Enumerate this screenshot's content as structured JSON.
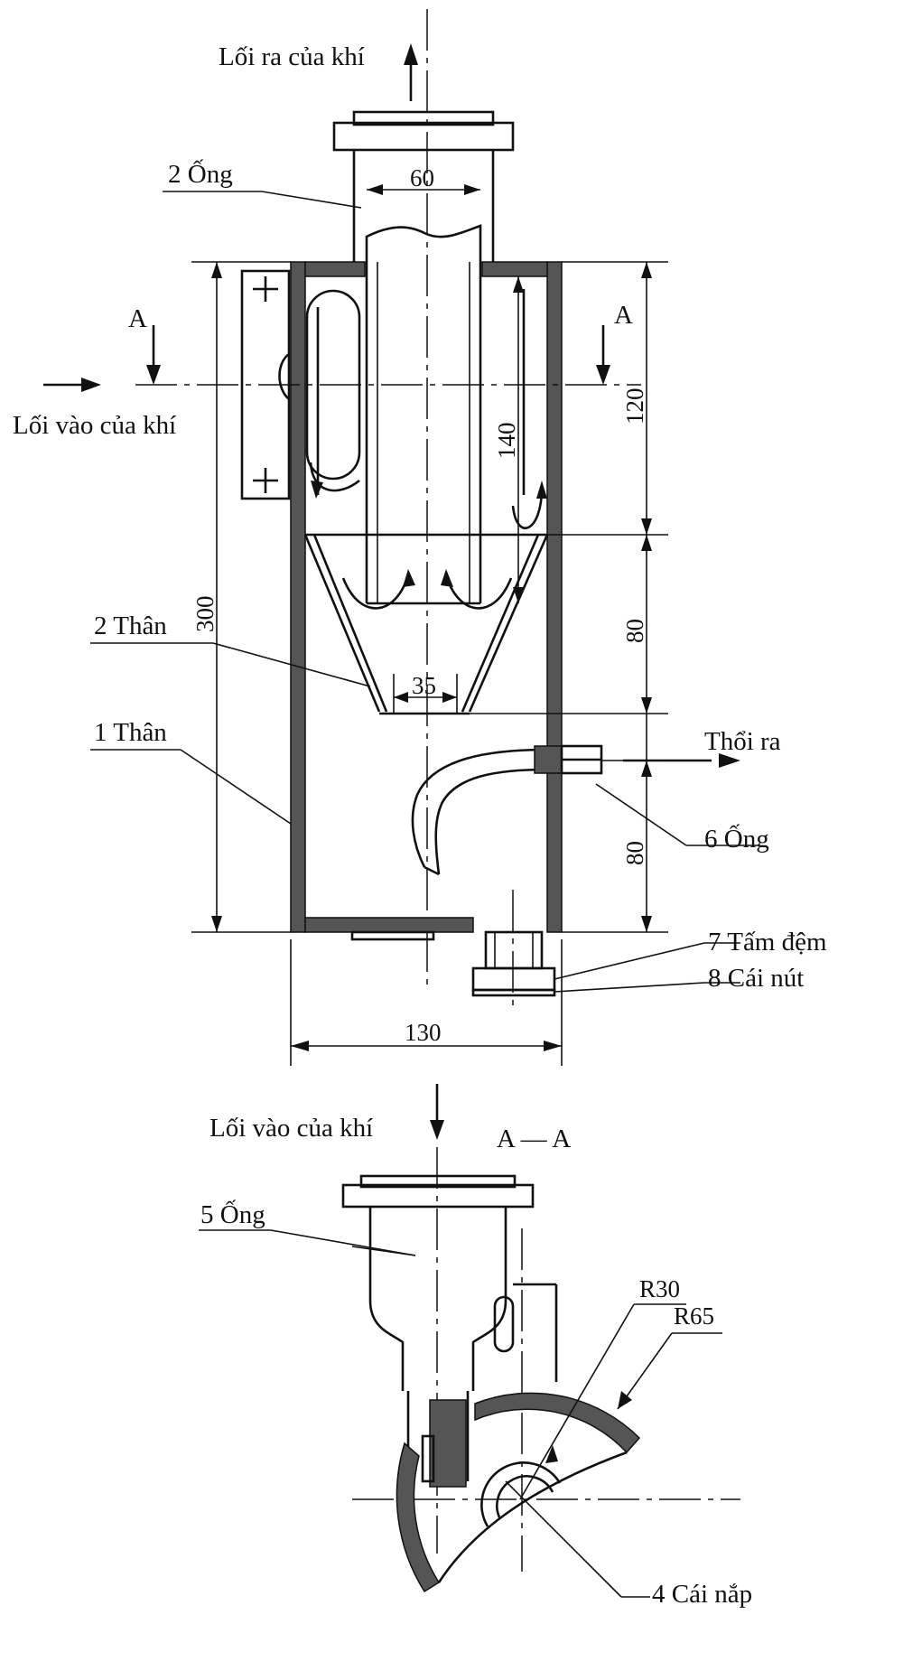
{
  "labels": {
    "gas_outlet": "Lối ra của khí",
    "gas_inlet_side": "Lối vào của khí",
    "gas_inlet_bottom": "Lối vào của khí",
    "exhaust": "Thổi ra",
    "part_2_pipe": "2  Ống",
    "part_2_body": "2 Thân",
    "part_1_body": "1 Thân",
    "part_6_pipe": "6  Ống",
    "part_7": "7  Tấm đệm",
    "part_8": "8  Cái nút",
    "part_5_pipe": "5  Ống",
    "part_4": "4  Cái nắp",
    "section_mark_left": "A",
    "section_mark_right": "A",
    "section_title": "A — A"
  },
  "dimensions": {
    "pipe_diameter": "60",
    "height_total": "300",
    "height_pipe": "140",
    "height_upper": "120",
    "height_cone": "80",
    "height_lower": "80",
    "cone_outlet": "35",
    "width_body": "130",
    "radius_inner": "R30",
    "radius_outer": "R65"
  }
}
